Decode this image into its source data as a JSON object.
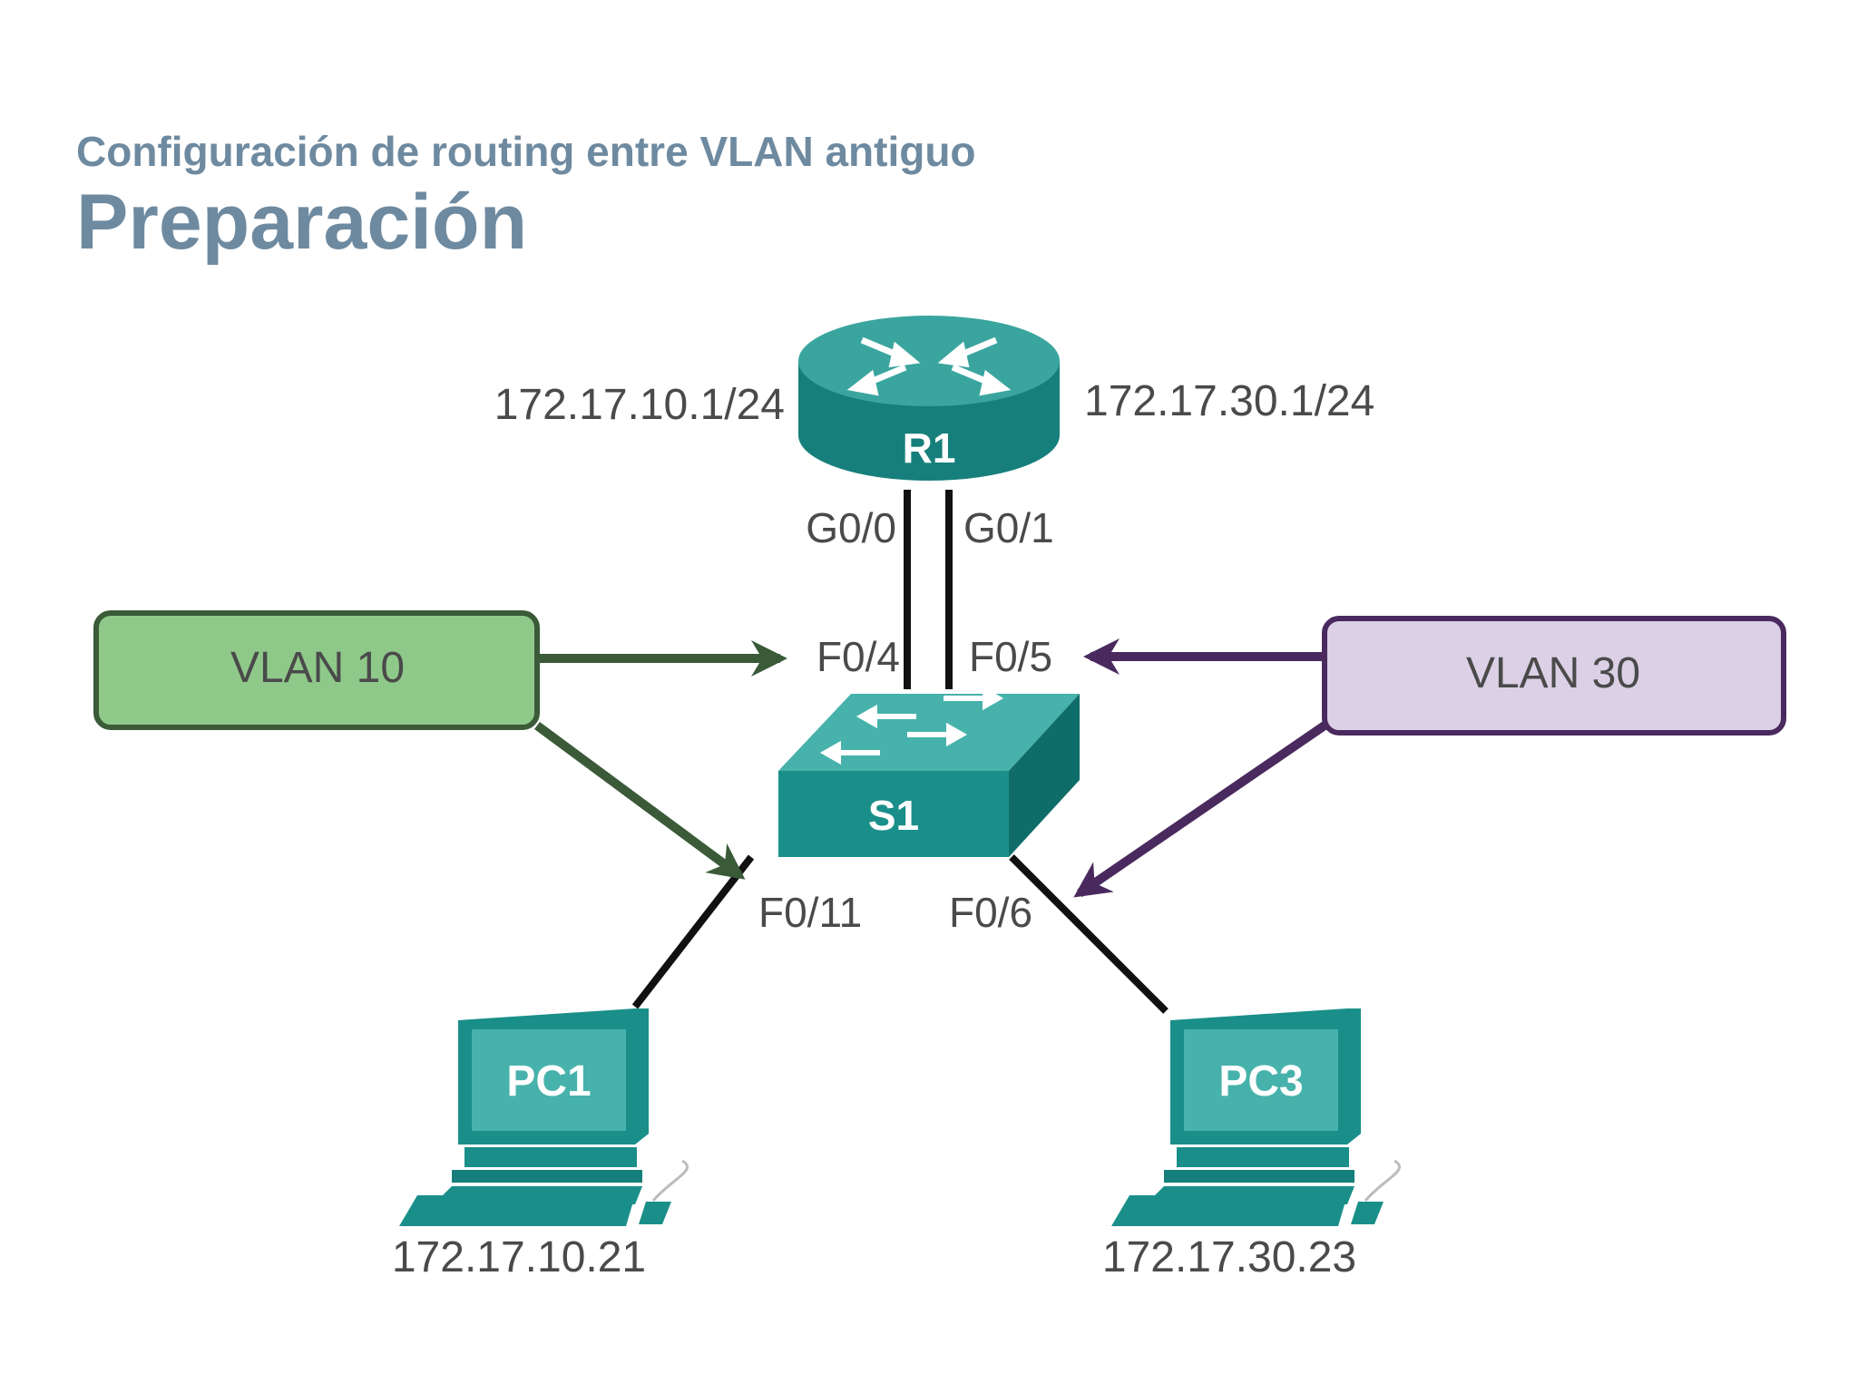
{
  "header": {
    "subtitle": "Configuración de routing entre VLAN antiguo",
    "title": "Preparación"
  },
  "diagram": {
    "router": {
      "name": "R1",
      "ip_left": "172.17.10.1/24",
      "ip_right": "172.17.30.1/24",
      "port_left": "G0/0",
      "port_right": "G0/1"
    },
    "switch": {
      "name": "S1",
      "port_top_left": "F0/4",
      "port_top_right": "F0/5",
      "port_bottom_left": "F0/11",
      "port_bottom_right": "F0/6"
    },
    "vlans": [
      {
        "label": "VLAN 10",
        "color": "#8fc98a",
        "border": "#3a5a38"
      },
      {
        "label": "VLAN 30",
        "color": "#dcd0e6",
        "border": "#4a2a5e"
      }
    ],
    "pcs": [
      {
        "name": "PC1",
        "ip": "172.17.10.21"
      },
      {
        "name": "PC3",
        "ip": "172.17.30.23"
      }
    ],
    "colors": {
      "device": "#1a8f8a",
      "device_dark": "#0f6d69",
      "device_light": "#47b2ab"
    }
  }
}
